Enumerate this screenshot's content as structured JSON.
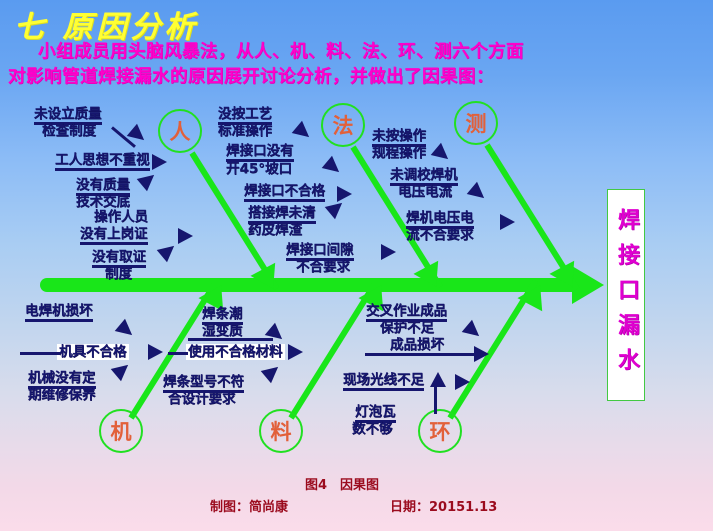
{
  "slide": {
    "title": "七 原因分析",
    "intro_line1": "小组成员用头脑风暴法，从人、机、料、法、环、测六个方面",
    "intro_line2": "对影响管道焊接漏水的原因展开讨论分析，并做出了因果图："
  },
  "chart_data": {
    "type": "diagram",
    "diagram_type": "fishbone-ishikawa",
    "title": "图4　因果图",
    "effect": "焊接口漏水",
    "spine_color": "#19e619",
    "cause_color": "#16166e",
    "categories": [
      {
        "label": "人",
        "position": "top",
        "causes": [
          "未设立质量",
          "检查制度",
          "工人思想不重视",
          "没有质量",
          "技术交底",
          "操作人员",
          "没有上岗证",
          "没有取证",
          "制度"
        ]
      },
      {
        "label": "法",
        "position": "top",
        "causes": [
          "没按工艺",
          "标准操作",
          "焊接口没有",
          "开45°坡口",
          "焊接口不合格",
          "搭接焊未清",
          "药皮焊渣",
          "焊接口间隙",
          "不合要求"
        ]
      },
      {
        "label": "测",
        "position": "top",
        "causes": [
          "未按操作",
          "规程操作",
          "未调校焊机",
          "电压电流",
          "焊机电压电",
          "流不合要求"
        ]
      },
      {
        "label": "机",
        "position": "bottom",
        "causes": [
          "电焊机损坏",
          "机具不合格",
          "机械没有定",
          "期维修保养"
        ]
      },
      {
        "label": "料",
        "position": "bottom",
        "causes": [
          "焊条潮",
          "湿变质",
          "使用不合格材料",
          "焊条型号不符",
          "合设计要求"
        ]
      },
      {
        "label": "环",
        "position": "bottom",
        "causes": [
          "交叉作业成品",
          "保护不足",
          "成品损坏",
          "现场光线不足",
          "灯泡瓦",
          "数不够"
        ]
      }
    ]
  },
  "footer": {
    "figure": "图4　因果图",
    "author": "制图：简尚康",
    "date": "日期：20151.13"
  }
}
